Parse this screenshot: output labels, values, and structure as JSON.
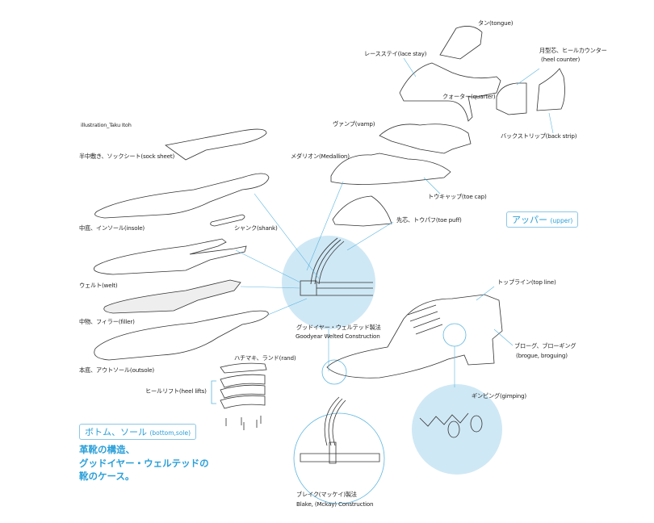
{
  "credit": "illustration_Taku Itoh",
  "colors": {
    "accent": "#2a9fd8",
    "circle_fill": "#cfe8f5",
    "leader": "#5bb5e0"
  },
  "upper_labels": {
    "tongue": "タン(tongue)",
    "lace_stay": "レースステイ(lace stay)",
    "heel_counter_jp": "月型芯、ヒールカウンター",
    "heel_counter_en": "(heel counter)",
    "quarter": "クォーター(quarter)",
    "vamp": "ヴァンプ(vamp)",
    "back_strip": "バックストリップ(back strip)",
    "medallion": "メダリオン(Medallion)",
    "toe_cap": "トウキャップ(toe cap)",
    "toe_puff": "先芯、トウパフ(toe puff)"
  },
  "bottom_labels": {
    "sock_sheet": "半中敷き、ソックシート(sock sheet)",
    "insole": "中底、インソール(insole)",
    "shank": "シャンク(shank)",
    "welt": "ウェルト(welt)",
    "filler": "中物、フィラー(filler)",
    "outsole": "本底、アウトソール(outsole)",
    "rand": "ハチマキ、ランド(rand)",
    "heel_lifts": "ヒールリフト(heel lifts)"
  },
  "shoe_labels": {
    "top_line": "トップライン(top line)",
    "brogue_jp": "ブローグ、ブローギング",
    "brogue_en": "(brogue, broguing)",
    "gimping": "ギンピング(gimping)"
  },
  "construction": {
    "goodyear_jp": "グッドイヤー・ウェルテッド製法",
    "goodyear_en": "Goodyear Welted Construction",
    "blake_jp": "ブレイク(マッケイ)製法",
    "blake_en": "Blake, (Mckay) Construction"
  },
  "sections": {
    "upper_jp": "アッパー",
    "upper_en": "(upper)",
    "bottom_jp": "ボトム、ソール",
    "bottom_en": "(bottom,sole)"
  },
  "headline": [
    "革靴の構造、",
    "グッドイヤー・ウェルテッドの",
    "靴のケース。"
  ]
}
